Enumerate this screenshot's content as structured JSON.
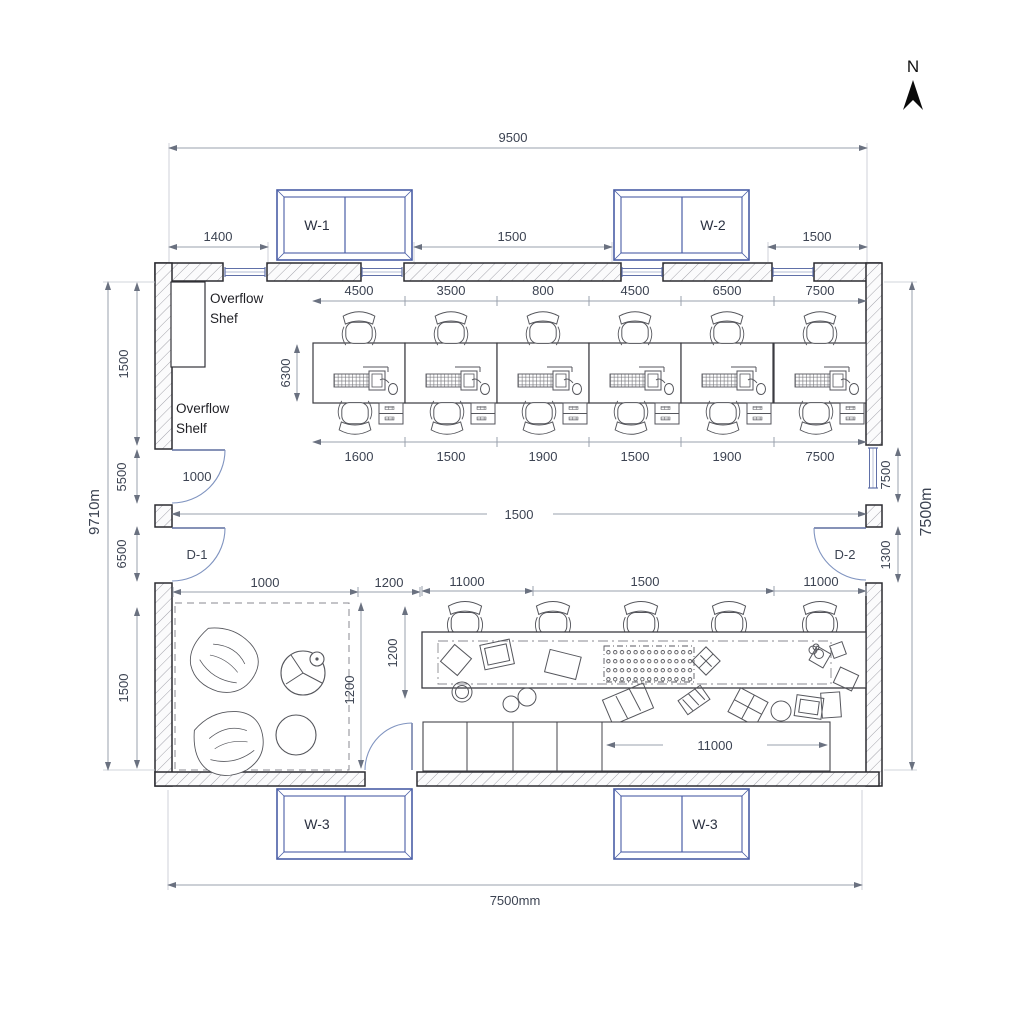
{
  "compass": {
    "label": "N"
  },
  "dimensions": {
    "top_overall": "9500",
    "top_offsets": [
      "1400",
      "1500",
      "1500"
    ],
    "desk_top": [
      "4500",
      "3500",
      "800",
      "4500",
      "6500",
      "7500"
    ],
    "desk_bottom": [
      "1600",
      "1500",
      "1900",
      "1500",
      "1900",
      "7500"
    ],
    "desk_depth": "6300",
    "left_overall": "9710m",
    "left_segments": [
      "1500",
      "5500",
      "6500",
      "1500"
    ],
    "door_left_width": "1000",
    "corridor": "1500",
    "right_window": "7500",
    "right_door": "1300",
    "right_overall": "7500m",
    "lounge_width": "1000",
    "lounge_gap": "1200",
    "lounge_depth": "1200",
    "table_side": "1200",
    "table_top_left": "11000",
    "table_top_mid": "1500",
    "table_top_right": "11000",
    "counter_length": "11000",
    "bottom_overall": "7500mm"
  },
  "openings": {
    "w1": "W-1",
    "w2": "W-2",
    "w3_left": "W-3",
    "w3_right": "W-3",
    "d1": "D-1",
    "d2": "D-2"
  },
  "annotations": {
    "shelf_top": [
      "Overflow",
      "Shef"
    ],
    "shelf_bottom": [
      "Overflow",
      "Shelf"
    ]
  },
  "colors": {
    "window_accent": "#4a5ea6",
    "door_accent": "#8094c0",
    "wall_line": "#2b2b30",
    "dimension": "#3c4352",
    "furniture": "#55565c"
  }
}
